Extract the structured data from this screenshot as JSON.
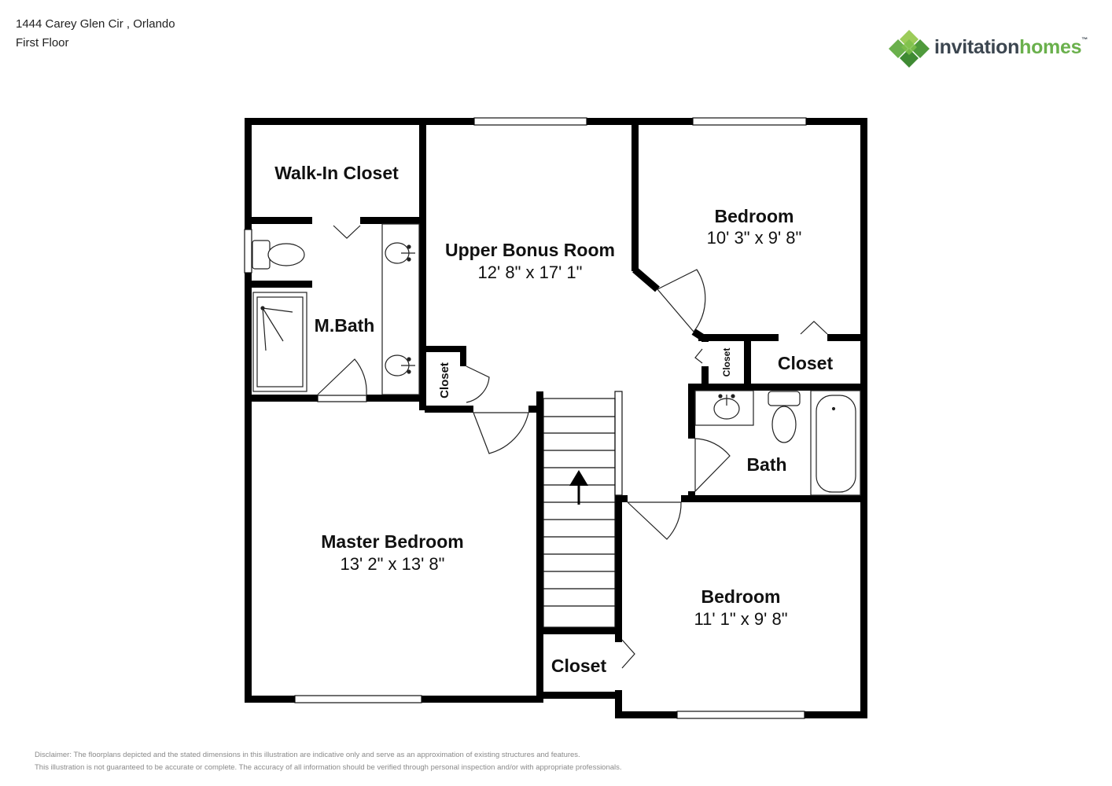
{
  "header": {
    "address": "1444 Carey Glen Cir , Orlando",
    "floor": "First Floor"
  },
  "brand": {
    "logo_icon": "diamond-cluster-logo-icon",
    "name_part1": "invitation",
    "name_part2": "homes",
    "colors": {
      "dark": "#3c4650",
      "green": "#6ab04c",
      "light_green": "#9ccc5a"
    }
  },
  "rooms": {
    "walk_in_closet": {
      "name": "Walk-In Closet"
    },
    "upper_bonus_room": {
      "name": "Upper Bonus Room",
      "dims": "12' 8\" x 17' 1\""
    },
    "bedroom_ne": {
      "name": "Bedroom",
      "dims": "10' 3\" x 9' 8\""
    },
    "m_bath": {
      "name": "M.Bath"
    },
    "closet_small_center": {
      "name": "Closet"
    },
    "closet_small_right": {
      "name": "Closet"
    },
    "closet_right": {
      "name": "Closet"
    },
    "bath": {
      "name": "Bath"
    },
    "master_bedroom": {
      "name": "Master Bedroom",
      "dims": "13' 2\" x 13' 8\""
    },
    "bedroom_se": {
      "name": "Bedroom",
      "dims": "11' 1\" x 9' 8\""
    },
    "closet_bottom": {
      "name": "Closet"
    }
  },
  "disclaimer": {
    "line1": "Disclaimer: The floorplans depicted and the stated dimensions in this illustration are indicative only and serve as an approximation of existing structures and features.",
    "line2": "This illustration is not guaranteed to be accurate or complete. The accuracy of all information should be verified through personal inspection and/or with appropriate professionals."
  }
}
